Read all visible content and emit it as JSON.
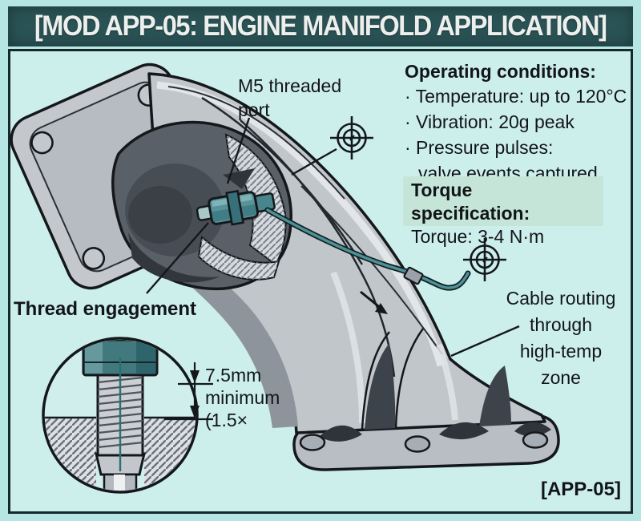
{
  "title": "[MOD APP-05: ENGINE MANIFOLD APPLICATION]",
  "labels": {
    "m5_port": "M5 threaded\nport",
    "thread_engagement": "Thread engagement",
    "cable_routing": "Cable routing\nthrough\nhigh-temp\nzone",
    "app_badge": "[APP-05]"
  },
  "operating": {
    "header": "Operating conditions:",
    "item1": "· Temperature: up to 120°C",
    "item2": "· Vibration: 20g peak",
    "item3": "· Pressure pulses:",
    "item3_cont": "valve events captured"
  },
  "torque": {
    "header": "Torque specification:",
    "value": "Torque: 3-4 N·m"
  },
  "dimension": {
    "text": "7.5mm\nminimum\n(1.5×"
  },
  "icons": {
    "crosshair_1": "crosshair-target",
    "crosshair_2": "crosshair-target",
    "flow_arrow": "direction-arrow"
  },
  "colors": {
    "outer_bg": "#b6e6e3",
    "panel_bg": "#cdefec",
    "title_bar_bg": "#2a5356",
    "title_text": "#edefed",
    "torque_box_bg": "#c5e5d9",
    "ink": "#15181b",
    "sensor_teal": "#57939a",
    "cable_teal": "#4f9095",
    "metal_light": "#c1c6cb",
    "metal_dark": "#596067"
  }
}
